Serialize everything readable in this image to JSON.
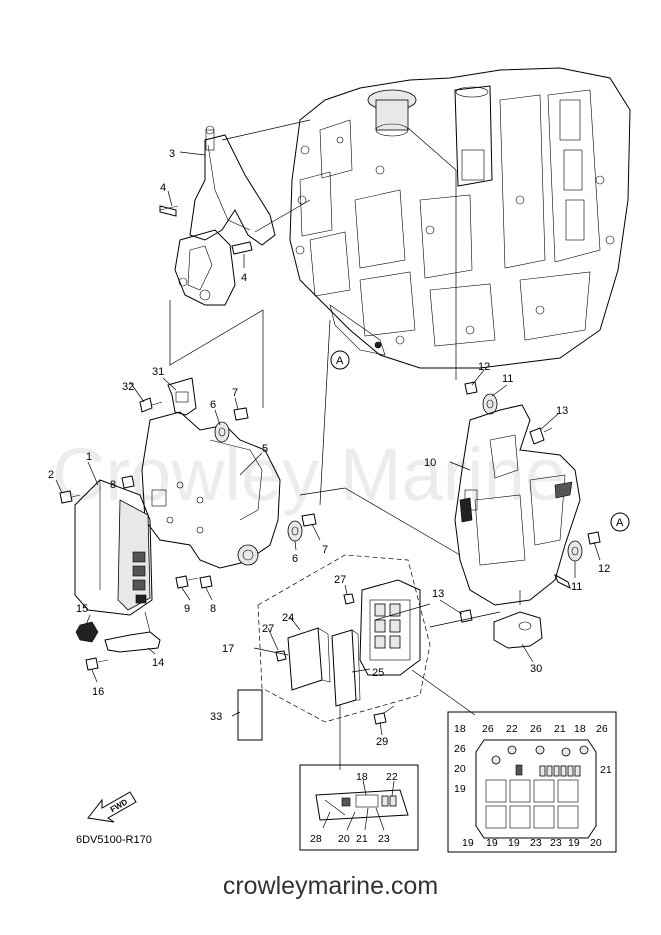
{
  "watermark": "Crowley Marine",
  "footer_site": "crowleymarine.com",
  "drawing_code": "6DV5100-R170",
  "fwd_label": "FWD",
  "ref_mark": "A",
  "callouts": {
    "c1": "1",
    "c2": "2",
    "c3": "3",
    "c4a": "4",
    "c4b": "4",
    "c5": "5",
    "c6a": "6",
    "c6b": "6",
    "c7a": "7",
    "c7b": "7",
    "c8a": "8",
    "c8b": "8",
    "c9": "9",
    "c10": "10",
    "c11a": "11",
    "c11b": "11",
    "c12a": "12",
    "c12b": "12",
    "c13a": "13",
    "c13b": "13",
    "c14": "14",
    "c15": "15",
    "c16": "16",
    "c17": "17",
    "c24": "24",
    "c25": "25",
    "c27a": "27",
    "c27b": "27",
    "c29": "29",
    "c30": "30",
    "c31": "31",
    "c32": "32",
    "c33": "33"
  },
  "inset_left": {
    "n18": "18",
    "n22": "22",
    "n28": "28",
    "n20": "20",
    "n21": "21",
    "n23": "23"
  },
  "inset_right": {
    "t18a": "18",
    "t26a": "26",
    "t22": "22",
    "t26b": "26",
    "t21": "21",
    "t18b": "18",
    "t26c": "26",
    "l26": "26",
    "l20": "20",
    "l19": "19",
    "r21": "21",
    "b19a": "19",
    "b19b": "19",
    "b19c": "19",
    "b23a": "23",
    "b23b": "23",
    "b19d": "19",
    "b20": "20"
  }
}
